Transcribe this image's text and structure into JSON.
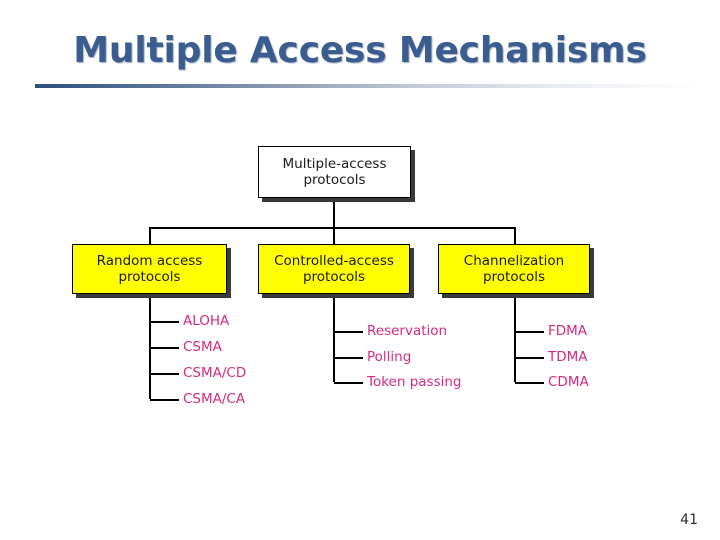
{
  "slide": {
    "title": "Multiple Access Mechanisms",
    "page_number": "41",
    "title_color": "#3b5c8f",
    "rule_color": "#2e4f7c"
  },
  "diagram": {
    "type": "tree",
    "root": {
      "label_line1": "Multiple-access",
      "label_line2": "protocols",
      "fill": "#ffffff",
      "border": "#000000"
    },
    "categories": [
      {
        "label_line1": "Random access",
        "label_line2": "protocols",
        "fill": "#ffff00",
        "leaves": [
          "ALOHA",
          "CSMA",
          "CSMA/CD",
          "CSMA/CA"
        ]
      },
      {
        "label_line1": "Controlled-access",
        "label_line2": "protocols",
        "fill": "#ffff00",
        "leaves": [
          "Reservation",
          "Polling",
          "Token passing"
        ]
      },
      {
        "label_line1": "Channelization",
        "label_line2": "protocols",
        "fill": "#ffff00",
        "leaves": [
          "FDMA",
          "TDMA",
          "CDMA"
        ]
      }
    ],
    "leaf_color": "#d62a80",
    "connector_color": "#000000"
  }
}
